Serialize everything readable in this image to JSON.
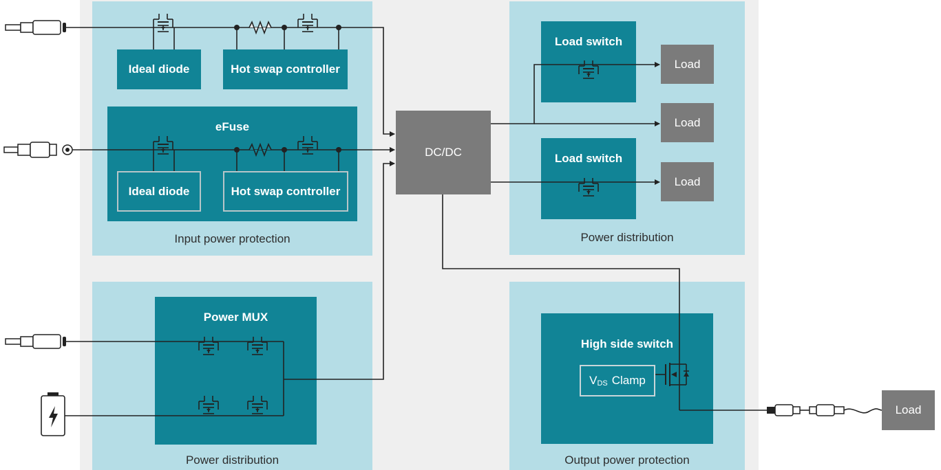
{
  "input_power_protection": {
    "caption": "Input power protection",
    "ideal_diode_top": "Ideal diode",
    "hot_swap_top": "Hot swap controller",
    "efuse": {
      "title": "eFuse",
      "ideal_diode": "Ideal diode",
      "hot_swap": "Hot swap controller"
    }
  },
  "power_distribution_left": {
    "caption": "Power distribution",
    "power_mux": "Power MUX"
  },
  "dcdc": "DC/DC",
  "power_distribution_right": {
    "caption": "Power distribution",
    "load_switch_1": "Load switch",
    "load_switch_2": "Load switch",
    "loads": [
      "Load",
      "Load",
      "Load"
    ]
  },
  "output_power_protection": {
    "caption": "Output power protection",
    "high_side_switch": "High side switch",
    "vds_main": "V",
    "vds_sub": "DS",
    "vds_suffix": "Clamp"
  },
  "external_load": "Load",
  "colors": {
    "board": "#efefef",
    "region": "#b5dde6",
    "block": "#118496",
    "gray": "#7b7b7b",
    "wire": "#222222"
  }
}
